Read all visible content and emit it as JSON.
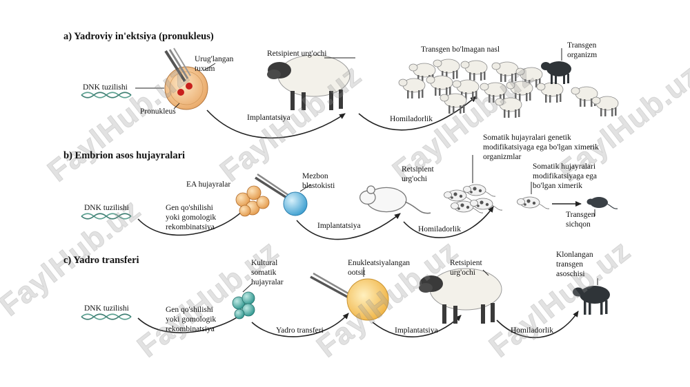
{
  "watermark": "FaylHub.uz",
  "colors": {
    "cell_orange": "#e8a35c",
    "cell_blue": "#5bb6e0",
    "cell_teal": "#3aa8a0",
    "egg_yellow": "#f5c75a",
    "arrow": "#222222",
    "dna": "#5aa090"
  },
  "sections": {
    "a": {
      "title": "a) Yadroviy in'ektsiya  (pronukleus)",
      "dna": "DNK tuzilishi",
      "egg": "Urug'langan tuxum",
      "egg_l1": "Urug'langan",
      "egg_l2": "tuxum",
      "pronucleus": "Pronukleus",
      "recipient": "Retsipient urg'ochi",
      "implant": "Implantatsiya",
      "pregnancy": "Homiladorlik",
      "nontransgenic": "Transgen bo'lmagan nasl",
      "transgenic_l1": "Transgen",
      "transgenic_l2": "organizm"
    },
    "b": {
      "title": "b) Embrion asos hujayralari",
      "dna": "DNK tuzilishi",
      "ea": "EA hujayralar",
      "host_l1": "Mezbon",
      "host_l2": "blastokisti",
      "gen_l1": "Gen qo'shilishi",
      "gen_l2": "yoki gomologik",
      "gen_l3": "rekombinatsiya",
      "implant": "Implantatsiya",
      "recipient_l1": "Retsipient",
      "recipient_l2": "urg'ochi",
      "pregnancy": "Homiladorlik",
      "chimera1_l1": "Somatik hujayralari genetik",
      "chimera1_l2": "modifikatsiyaga ega bo'lgan ximerik",
      "chimera1_l3": "organizmlar",
      "chimera2_l1": "Somatik hujayralari",
      "chimera2_l2": "modifikatsiyaga ega",
      "chimera2_l3": "bo'lgan ximerik",
      "mouse_l1": "Transgen",
      "mouse_l2": "sichqon"
    },
    "c": {
      "title": "c) Yadro transferi",
      "dna": "DNK tuzilishi",
      "cultured_l1": "Kultural",
      "cultured_l2": "somatik",
      "cultured_l3": "hujayralar",
      "gen_l1": "Gen qo'shilishi",
      "gen_l2": "yoki gomologik",
      "gen_l3": "rekombinatsiya",
      "enucleated_l1": "Enukleatsiyalangan",
      "enucleated_l2": "ootsit",
      "transfer": "Yadro transferi",
      "recipient_l1": "Retsipient",
      "recipient_l2": "urg'ochi",
      "implant": "Implantatsiya",
      "pregnancy": "Homiladorlik",
      "cloned_l1": "Klonlangan",
      "cloned_l2": "transgen",
      "cloned_l3": "asoschisi"
    }
  }
}
